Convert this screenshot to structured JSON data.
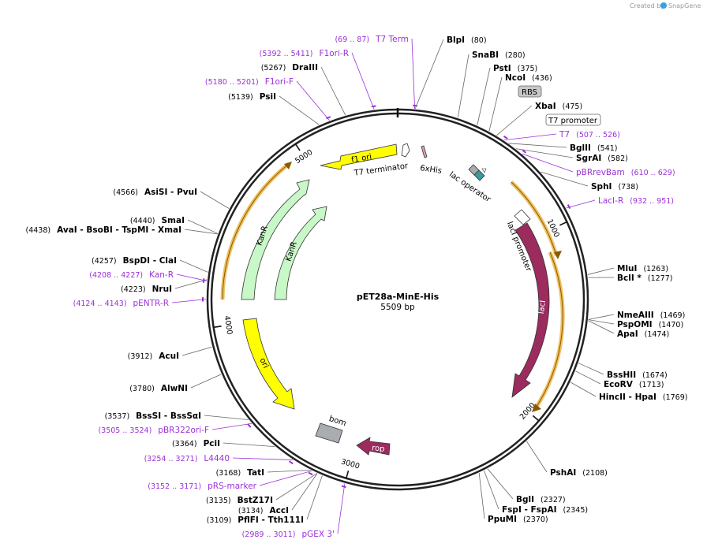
{
  "credit": {
    "prefix": "Created by",
    "brand": "SnapGene"
  },
  "plasmid": {
    "name": "pET28a-MinE-His",
    "size": "5509 bp",
    "length": 5509
  },
  "ticks": [
    {
      "pos": 1000,
      "label": "1000"
    },
    {
      "pos": 2000,
      "label": "2000"
    },
    {
      "pos": 3000,
      "label": "3000"
    },
    {
      "pos": 4000,
      "label": "4000"
    },
    {
      "pos": 5000,
      "label": "5000"
    }
  ],
  "features": [
    {
      "name": "f1 ori",
      "type": "arrow",
      "color": "#ffff00",
      "text_color": "#000000"
    },
    {
      "name": "KanR",
      "type": "arrow",
      "color": "#c8f7c8",
      "text_color": "#000000"
    },
    {
      "name": "KanR",
      "type": "arrow",
      "color": "#c8f7c8",
      "text_color": "#000000"
    },
    {
      "name": "ori",
      "type": "arrow",
      "color": "#ffff00",
      "text_color": "#000000"
    },
    {
      "name": "lacI",
      "type": "arrow",
      "color": "#9c2b5e",
      "text_color": "#ffffff"
    },
    {
      "name": "rop",
      "type": "arrow",
      "color": "#9c2b5e",
      "text_color": "#ffffff"
    },
    {
      "name": "bom",
      "type": "box",
      "color": "#a9acb1",
      "text_color": "#000000"
    },
    {
      "name": "T7 terminator",
      "type": "small",
      "color": "#ffffff",
      "text_color": "#000000"
    },
    {
      "name": "6xHis",
      "type": "small",
      "color": "#d9a3ad",
      "text_color": "#000000"
    },
    {
      "name": "lac operator",
      "type": "small",
      "color": "#3c9a9a",
      "text_color": "#000000"
    },
    {
      "name": "lacI promoter",
      "type": "small",
      "color": "#ffffff",
      "text_color": "#000000"
    }
  ],
  "boxed_labels": [
    {
      "name": "RBS",
      "fill": "#c8c8c8"
    },
    {
      "name": "T7 promoter",
      "fill": "#ffffff"
    }
  ],
  "sites": [
    {
      "name": "BlpI",
      "num": "(80)",
      "kind": "enzyme"
    },
    {
      "name": "SnaBI",
      "num": "(280)",
      "kind": "enzyme"
    },
    {
      "name": "PstI",
      "num": "(375)",
      "kind": "enzyme"
    },
    {
      "name": "NcoI",
      "num": "(436)",
      "kind": "enzyme"
    },
    {
      "name": "XbaI",
      "num": "(475)",
      "kind": "enzyme"
    },
    {
      "name": "T7",
      "num": "(507 .. 526)",
      "kind": "primer"
    },
    {
      "name": "BglII",
      "num": "(541)",
      "kind": "enzyme"
    },
    {
      "name": "SgrAI",
      "num": "(582)",
      "kind": "enzyme"
    },
    {
      "name": "pBRrevBam",
      "num": "(610 .. 629)",
      "kind": "primer"
    },
    {
      "name": "SphI",
      "num": "(738)",
      "kind": "enzyme"
    },
    {
      "name": "LacI-R",
      "num": "(932 .. 951)",
      "kind": "primer"
    },
    {
      "name": "MluI",
      "num": "(1263)",
      "kind": "enzyme"
    },
    {
      "name": "BclI *",
      "num": "(1277)",
      "kind": "enzyme"
    },
    {
      "name": "NmeAIII",
      "num": "(1469)",
      "kind": "enzyme"
    },
    {
      "name": "PspOMI",
      "num": "(1470)",
      "kind": "enzyme"
    },
    {
      "name": "ApaI",
      "num": "(1474)",
      "kind": "enzyme"
    },
    {
      "name": "BssHII",
      "num": "(1674)",
      "kind": "enzyme"
    },
    {
      "name": "EcoRV",
      "num": "(1713)",
      "kind": "enzyme"
    },
    {
      "name": "HincII - HpaI",
      "num": "(1769)",
      "kind": "enzyme"
    },
    {
      "name": "PshAI",
      "num": "(2108)",
      "kind": "enzyme"
    },
    {
      "name": "BglI",
      "num": "(2327)",
      "kind": "enzyme"
    },
    {
      "name": "FspI - FspAI",
      "num": "(2345)",
      "kind": "enzyme"
    },
    {
      "name": "PpuMI",
      "num": "(2370)",
      "kind": "enzyme"
    },
    {
      "name": "pGEX 3'",
      "num": "(2989 .. 3011)",
      "kind": "primer"
    },
    {
      "name": "PflFI - Tth111I",
      "num": "(3109)",
      "kind": "enzyme"
    },
    {
      "name": "AccI",
      "num": "(3134)",
      "kind": "enzyme"
    },
    {
      "name": "BstZ17I",
      "num": "(3135)",
      "kind": "enzyme"
    },
    {
      "name": "pRS-marker",
      "num": "(3152 .. 3171)",
      "kind": "primer"
    },
    {
      "name": "TatI",
      "num": "(3168)",
      "kind": "enzyme"
    },
    {
      "name": "L4440",
      "num": "(3254 .. 3271)",
      "kind": "primer"
    },
    {
      "name": "PciI",
      "num": "(3364)",
      "kind": "enzyme"
    },
    {
      "name": "pBR322ori-F",
      "num": "(3505 .. 3524)",
      "kind": "primer"
    },
    {
      "name": "BssSI - BssSαI",
      "num": "(3537)",
      "kind": "enzyme"
    },
    {
      "name": "AlwNI",
      "num": "(3780)",
      "kind": "enzyme"
    },
    {
      "name": "AcuI",
      "num": "(3912)",
      "kind": "enzyme"
    },
    {
      "name": "pENTR-R",
      "num": "(4124 .. 4143)",
      "kind": "primer"
    },
    {
      "name": "NruI",
      "num": "(4223)",
      "kind": "enzyme"
    },
    {
      "name": "Kan-R",
      "num": "(4208 .. 4227)",
      "kind": "primer"
    },
    {
      "name": "BspDI - ClaI",
      "num": "(4257)",
      "kind": "enzyme"
    },
    {
      "name": "AvaI - BsoBI - TspMI - XmaI",
      "num": "(4438)",
      "kind": "enzyme"
    },
    {
      "name": "SmaI",
      "num": "(4440)",
      "kind": "enzyme"
    },
    {
      "name": "AsiSI - PvuI",
      "num": "(4566)",
      "kind": "enzyme"
    },
    {
      "name": "PsiI",
      "num": "(5139)",
      "kind": "enzyme"
    },
    {
      "name": "F1ori-F",
      "num": "(5180 .. 5201)",
      "kind": "primer"
    },
    {
      "name": "DraIII",
      "num": "(5267)",
      "kind": "enzyme"
    },
    {
      "name": "F1ori-R",
      "num": "(5392 .. 5411)",
      "kind": "primer"
    },
    {
      "name": "T7 Term",
      "num": "(69 .. 87)",
      "kind": "primer"
    }
  ]
}
